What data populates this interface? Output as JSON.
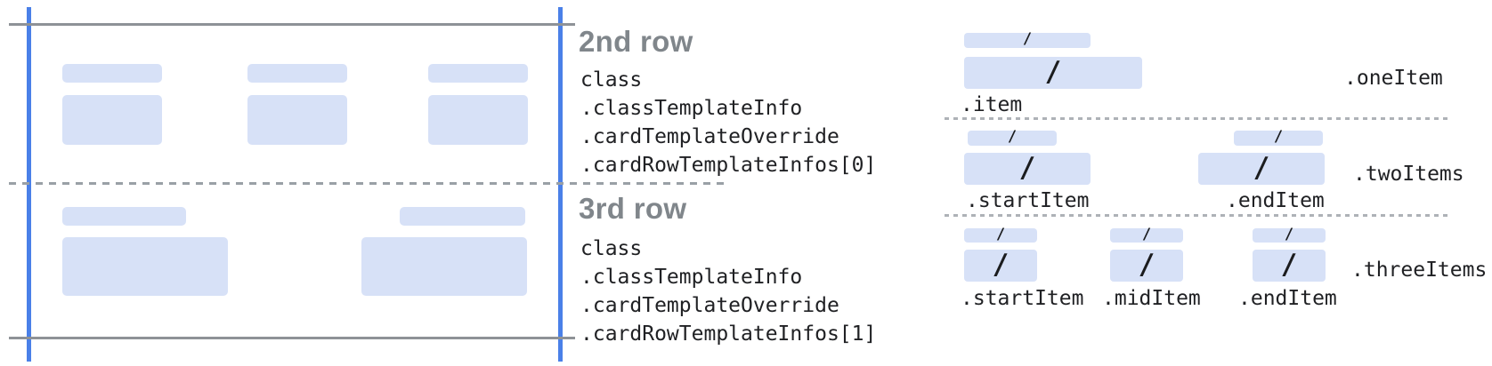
{
  "colors": {
    "placeholder_fill": "#D7E1F7",
    "guide_blue": "#4A80E8",
    "guide_gray": "#8E9297",
    "dashed_gray": "#9AA0A6",
    "dotted_gray": "#AEB2B7",
    "heading_gray": "#80868B",
    "code_black": "#202124"
  },
  "slash": "/",
  "rows": [
    {
      "heading": "2nd row",
      "path_lines": [
        "class",
        ".classTemplateInfo",
        ".cardTemplateOverride",
        ".cardRowTemplateInfos[0]"
      ]
    },
    {
      "heading": "3rd row",
      "path_lines": [
        "class",
        ".classTemplateInfo",
        ".cardTemplateOverride",
        ".cardRowTemplateInfos[1]"
      ]
    }
  ],
  "layouts": [
    {
      "name": "one-item",
      "label": ".oneItem",
      "item_labels": [
        ".item"
      ]
    },
    {
      "name": "two-items",
      "label": ".twoItems",
      "item_labels": [
        ".startItem",
        ".endItem"
      ]
    },
    {
      "name": "three-items",
      "label": ".threeItems",
      "item_labels": [
        ".startItem",
        ".midItem",
        ".endItem"
      ]
    }
  ]
}
